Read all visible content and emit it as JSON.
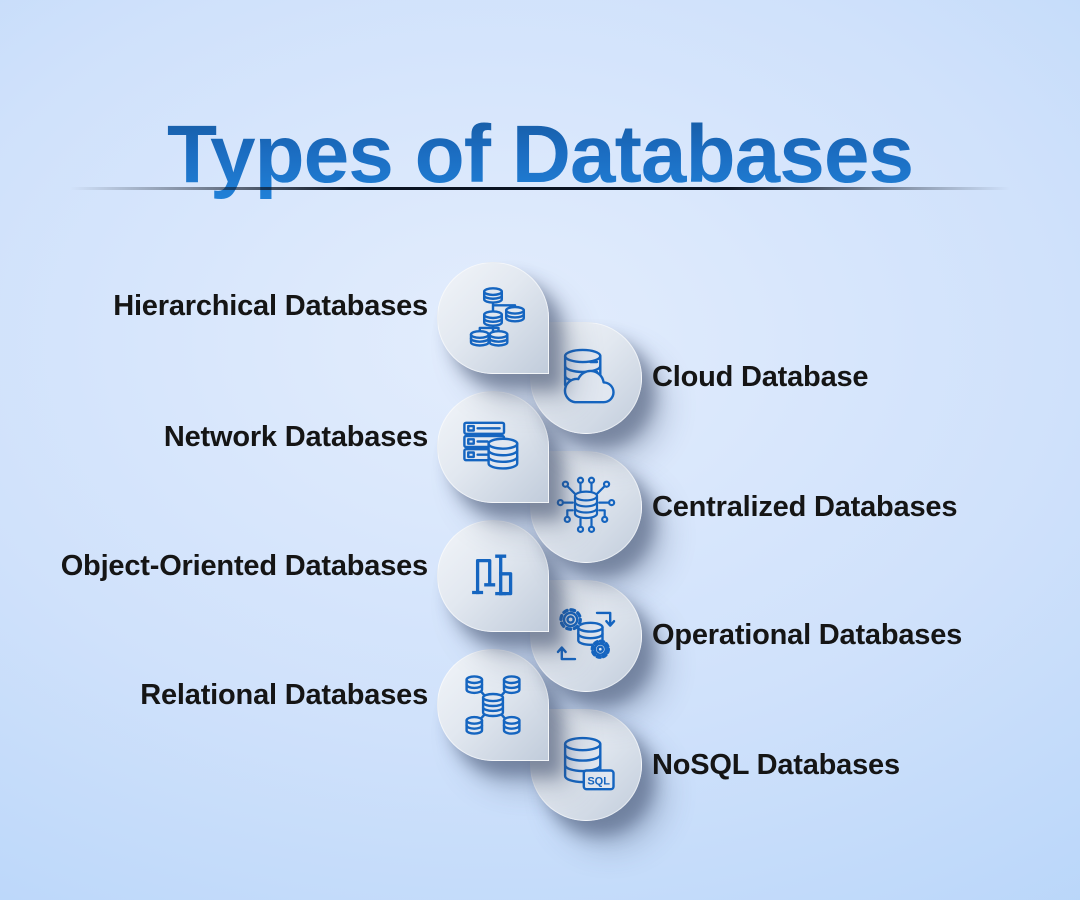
{
  "title": "Types of Databases",
  "nosql_badge": "SQL",
  "colors": {
    "title_gradient_top": "#17599f",
    "title_gradient_mid": "#1b6cc0",
    "title_gradient_bottom": "#2181d8",
    "label_color": "#151515",
    "icon_stroke": "#1565c0",
    "bubble_cover": "#e1e7f0",
    "bg_center": "#e3edfd",
    "bg_mid": "#cfe1fb",
    "bg_edge": "#abcff8",
    "divider_color": "#0a1322"
  },
  "items": [
    {
      "label": "Hierarchical Databases",
      "side": "left",
      "icon": "hierarchical-db-icon"
    },
    {
      "label": "Cloud Database",
      "side": "right",
      "icon": "cloud-db-icon"
    },
    {
      "label": "Network Databases",
      "side": "left",
      "icon": "network-db-icon"
    },
    {
      "label": "Centralized Databases",
      "side": "right",
      "icon": "centralized-db-icon"
    },
    {
      "label": "Object-Oriented Databases",
      "side": "left",
      "icon": "object-oriented-db-icon"
    },
    {
      "label": "Operational Databases",
      "side": "right",
      "icon": "operational-db-icon"
    },
    {
      "label": "Relational Databases",
      "side": "left",
      "icon": "relational-db-icon"
    },
    {
      "label": "NoSQL Databases",
      "side": "right",
      "icon": "nosql-db-icon"
    }
  ]
}
